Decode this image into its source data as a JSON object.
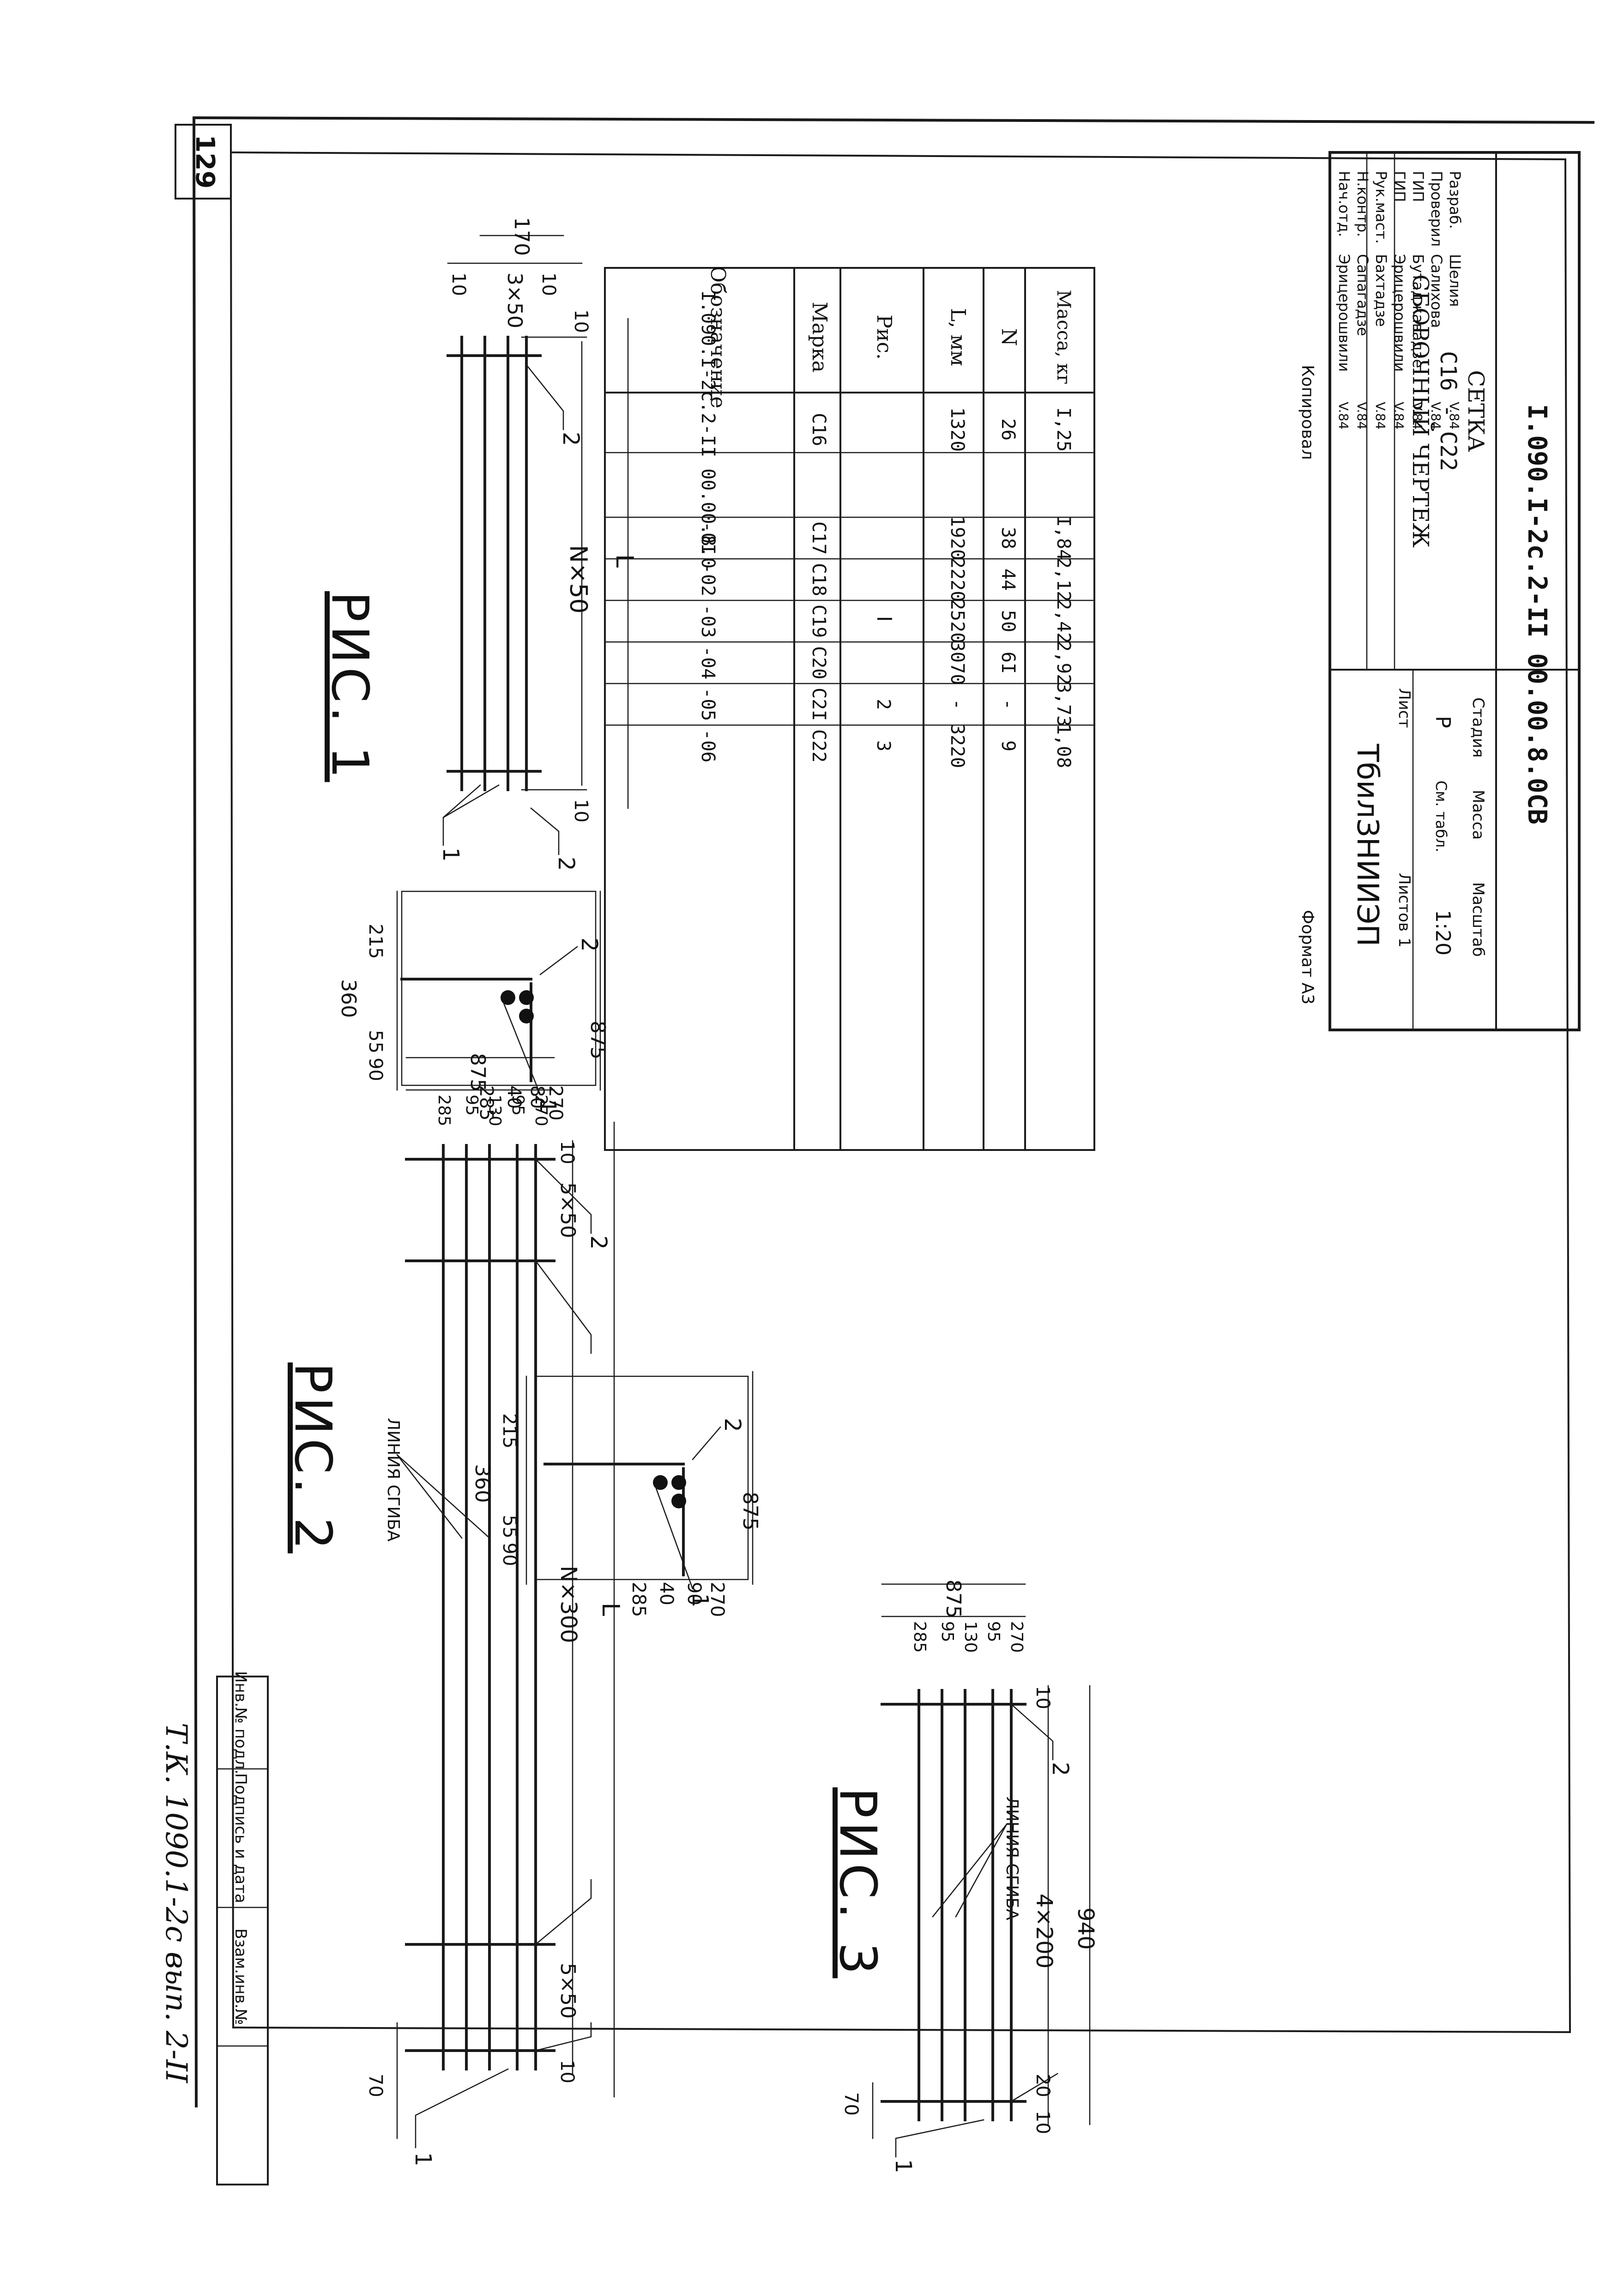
{
  "sheet": {
    "page_number": "129",
    "doc_code": "I.090.I-2c.2-II 00.00.8.0CB",
    "product_title": "СЕТКА",
    "product_range": "С16 - С22",
    "drawing_type": "СБОРОЧНЫЙ ЧЕРТЕЖ",
    "organization": "ТбилЗНИИЭП",
    "copied_label": "Копировал",
    "format_label": "Формат А3",
    "handwritten_note": "Т.К. 1090.1-2с вып. 2-II"
  },
  "title_block": {
    "stage_header": "Стадия",
    "mass_header": "Масса",
    "scale_header": "Масштаб",
    "stage_value": "Р",
    "mass_value": "См. табл.",
    "scale_value": "1:20",
    "sheet_label": "Лист",
    "sheets_label": "Листов",
    "sheets_value": "1",
    "signatures": [
      {
        "role": "Нач.отд.",
        "name": "Эрицерошвили"
      },
      {
        "role": "Н.контр.",
        "name": "Сапагадзе"
      },
      {
        "role": "Рук.маст.",
        "name": "Бахтадзе"
      },
      {
        "role": "ГИП",
        "name": "Эрицерошвили"
      },
      {
        "role": "ГИП",
        "name": "Бутаджавадзе"
      },
      {
        "role": "Проверил",
        "name": "Салихова"
      },
      {
        "role": "Разраб.",
        "name": "Шелия"
      }
    ],
    "dates": [
      "V.84",
      "V.84",
      "V.84",
      "V.84",
      "V.84",
      "V.84",
      "V.84"
    ]
  },
  "bottom_strip": {
    "cells": [
      "Инв.№ подл.",
      "Подпись и дата",
      "Взам.инв.№"
    ]
  },
  "spec_table": {
    "headers": [
      "Обозначение",
      "Марка",
      "Рис.",
      "L, мм",
      "N",
      "Масса, кг"
    ],
    "designation": "I.090.I-2c.2-II 00.00.8.0",
    "fig_i": "I",
    "rows": [
      {
        "suffix": "",
        "mark": "С16",
        "fig": "",
        "L": "1320",
        "N": "26",
        "mass": "I,25"
      },
      {
        "suffix": "-0I",
        "mark": "С17",
        "fig": "",
        "L": "1920",
        "N": "38",
        "mass": "I,84"
      },
      {
        "suffix": "-02",
        "mark": "С18",
        "fig": "",
        "L": "2220",
        "N": "44",
        "mass": "2,12"
      },
      {
        "suffix": "-03",
        "mark": "С19",
        "fig": "",
        "L": "2520",
        "N": "50",
        "mass": "2,42"
      },
      {
        "suffix": "-04",
        "mark": "С20",
        "fig": "",
        "L": "3070",
        "N": "6I",
        "mass": "2,92"
      },
      {
        "suffix": "-05",
        "mark": "С2I",
        "fig": "2",
        "L": "-",
        "N": "-",
        "mass": "3,73"
      },
      {
        "suffix": "-06",
        "mark": "С22",
        "fig": "3",
        "L": "3220",
        "N": "9",
        "mass": "1,08"
      }
    ]
  },
  "fig1": {
    "title": "РИС. 1",
    "pitch_label": "N×50",
    "length_label": "L",
    "end_left": "10",
    "end_right": "10",
    "width_total": "170",
    "spacing": "3×50",
    "edge_left": "10",
    "edge_right": "10",
    "callout_1": "1",
    "callout_2a": "2",
    "callout_2b": "2"
  },
  "sect1": {
    "total": "875",
    "d1": "80",
    "d2": "270",
    "d3": "40",
    "d4": "285",
    "h1": "215",
    "h2": "55",
    "h3": "90",
    "h_total": "360",
    "callout_1": "1",
    "callout_2": "2"
  },
  "fig2": {
    "title": "РИС. 2",
    "bend_line": "ЛИНИЯ СГИБА",
    "pitch_center": "N×300",
    "pitch_right": "5×50",
    "pitch_left": "5×50",
    "length_label": "L",
    "end_right": "10",
    "end_left": "10",
    "edge": "70",
    "total": "875",
    "d1": "270",
    "d2": "95",
    "d3": "130",
    "d4": "95",
    "d5": "285",
    "callout_1": "1",
    "callout_2": "2"
  },
  "sect2": {
    "total": "875",
    "d1": "90",
    "d2": "270",
    "d3": "40",
    "d4": "285",
    "h1": "215",
    "h2": "55",
    "h3": "90",
    "h_total": "360",
    "callout_1": "1",
    "callout_2": "2"
  },
  "fig3": {
    "title": "РИС. 3",
    "bend_line": "ЛИНИЯ СГИБА",
    "pitch": "4×200",
    "total_len": "940",
    "end_right": "10",
    "end_left": "10",
    "left_pitch": "20",
    "edge": "70",
    "total": "875",
    "d1": "270",
    "d2": "95",
    "d3": "130",
    "d4": "95",
    "d5": "285",
    "callout_1": "1",
    "callout_2": "2"
  }
}
